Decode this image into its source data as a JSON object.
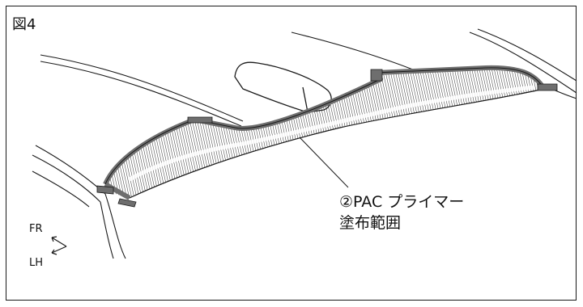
{
  "figure": {
    "number": "図4",
    "callout_line1": "②PAC プライマー",
    "callout_line2": "塗布範囲"
  },
  "orientation": {
    "forward_label": "FR",
    "side_label": "LH"
  },
  "colors": {
    "line": "#1a1a1a",
    "primer_band": "#6e6e6e",
    "hatch": "#333333"
  }
}
